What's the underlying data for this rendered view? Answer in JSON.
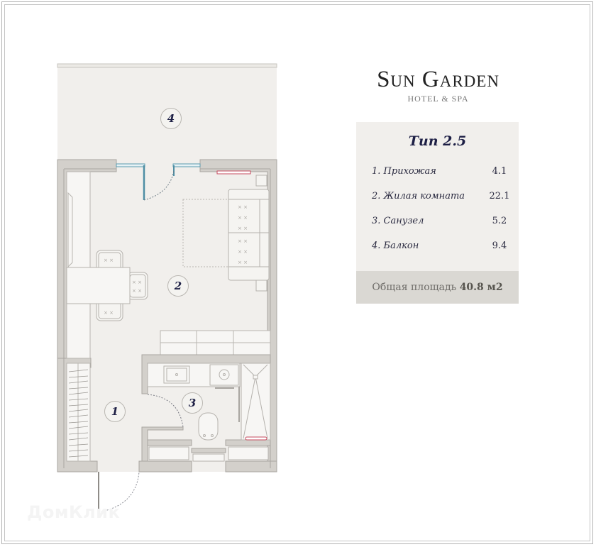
{
  "brand": {
    "name": "Sun Garden",
    "subtitle": "HOTEL & SPA"
  },
  "spec": {
    "title": "Тип 2.5",
    "rooms": [
      {
        "label": "1. Прихожая",
        "area": "4.1"
      },
      {
        "label": "2. Жилая комната",
        "area": "22.1"
      },
      {
        "label": "3. Санузел",
        "area": "5.2"
      },
      {
        "label": "4. Балкон",
        "area": "9.4"
      }
    ],
    "total_label": "Общая площадь",
    "total_value": "40.8 м2"
  },
  "plan": {
    "room_markers": [
      "1",
      "2",
      "3",
      "4"
    ]
  },
  "watermark": "ДомКлик",
  "colors": {
    "wall": "#d3d0cb",
    "wall_line": "#a9a6a1",
    "floor": "#f1efec",
    "window": "#5a9bb0",
    "radiator": "#c64a5e",
    "title_ink": "#1d1f45"
  }
}
